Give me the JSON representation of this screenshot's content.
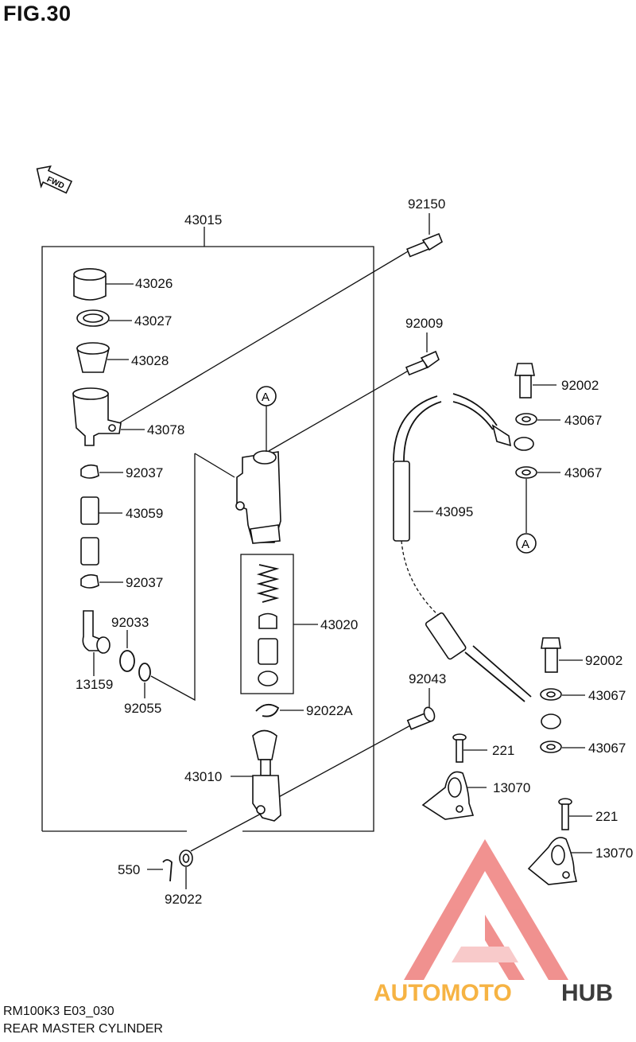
{
  "figure": {
    "title": "FIG.30",
    "model_code": "RM100K3 E03_030",
    "name": "REAR MASTER CYLINDER",
    "direction_label": "FWD",
    "ref_marker": "A"
  },
  "parts": [
    "43015",
    "92150",
    "43026",
    "43027",
    "43028",
    "43078",
    "92009",
    "92002",
    "43067",
    "43067",
    "92037",
    "43059",
    "92037",
    "92033",
    "13159",
    "92055",
    "43020",
    "43095",
    "92022A",
    "92043",
    "92002",
    "43067",
    "43067",
    "221",
    "13070",
    "43010",
    "221",
    "13070",
    "550",
    "92022"
  ],
  "watermark": {
    "text_a": "AUTOMOTO",
    "text_b": "HUB",
    "color_a": "#f5a623",
    "color_b": "#1a1a1a",
    "logo_color": "#e53935"
  }
}
